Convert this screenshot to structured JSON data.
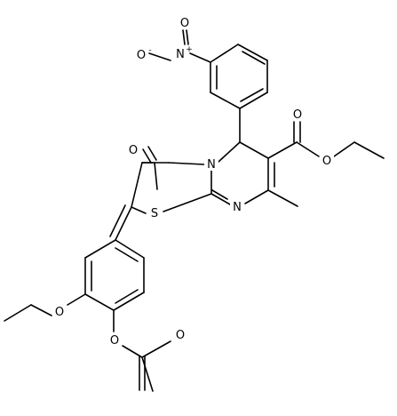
{
  "atoms": {
    "nitro_o_minus": "O",
    "nitro_o_minus_charge": "-",
    "nitro_n": "N",
    "nitro_n_charge": "+",
    "nitro_o": "O",
    "ester_o_carbonyl": "O",
    "ester_o_ether": "O",
    "ketone_o": "O",
    "ring_n": "N",
    "sulfur": "S",
    "pyrimidine_n": "N",
    "ethoxy_o": "O",
    "acetoxy_o": "O",
    "acetyl_o": "O"
  }
}
